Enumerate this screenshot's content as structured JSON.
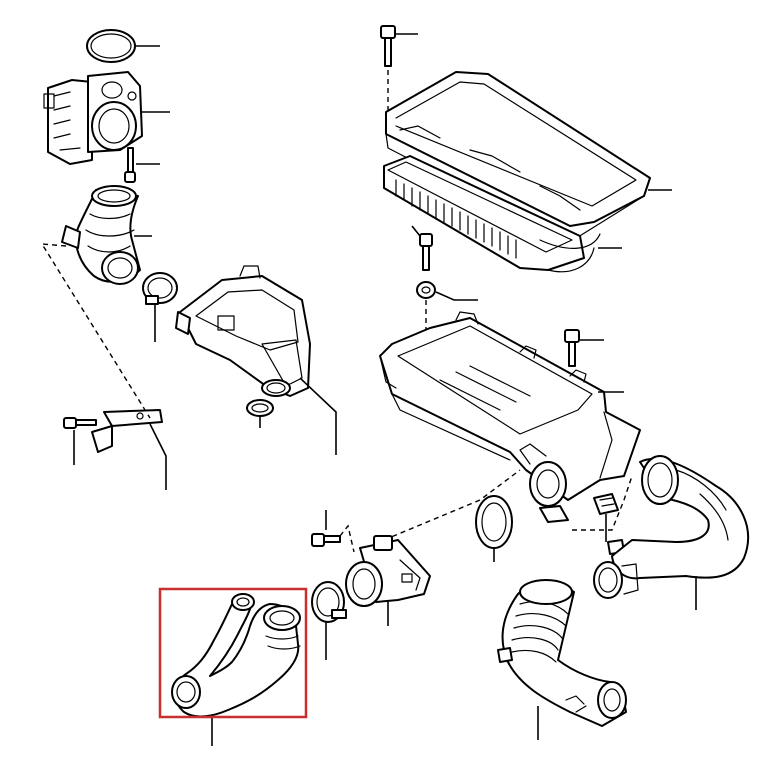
{
  "diagram": {
    "highlight_color": "#c8302f",
    "line_color": "#000000",
    "background": "#ffffff",
    "parts": [
      "o-ring-top",
      "throttle-body",
      "throttle-bolt",
      "intake-elbow",
      "hose-clamp-left",
      "mass-air-flow-housing",
      "housing-gasket",
      "bracket-bolt",
      "mounting-bracket",
      "air-cleaner-cover-bolt",
      "air-cleaner-cover",
      "air-filter-element",
      "grommet-bolt",
      "grommet",
      "air-cleaner-lower-housing",
      "housing-bolt-right",
      "sensor-bolt",
      "air-flow-sensor",
      "hose-clamp-center",
      "sensor-gasket-ring",
      "connector-clip",
      "intake-duct-right",
      "corrugated-intake-hose",
      "twin-intake-hose"
    ],
    "highlighted_part": "twin-intake-hose"
  }
}
